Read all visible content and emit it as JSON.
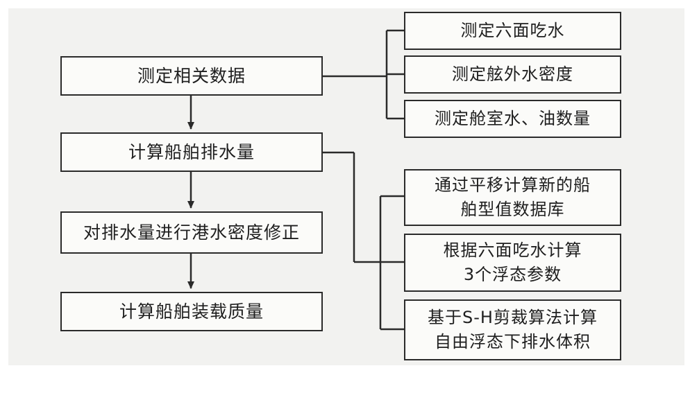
{
  "left_steps": [
    "测定相关数据",
    "计算船舶排水量",
    "对排水量进行港水密度修正",
    "计算船舶装载质量"
  ],
  "measure_group": [
    "测定六面吃水",
    "测定舷外水密度",
    "测定舱室水、油数量"
  ],
  "calc_group": [
    [
      "通过平移计算新的船",
      "舶型值数据库"
    ],
    [
      "根据六面吃水计算",
      "3个浮态参数"
    ],
    [
      "基于S-H剪裁算法计算",
      "自由浮态下排水体积"
    ]
  ],
  "colors": {
    "line": "#2a2a2a",
    "paper": "#f2f2f0",
    "box_fill": "#fbfbf9",
    "text": "#1e1e1e"
  }
}
